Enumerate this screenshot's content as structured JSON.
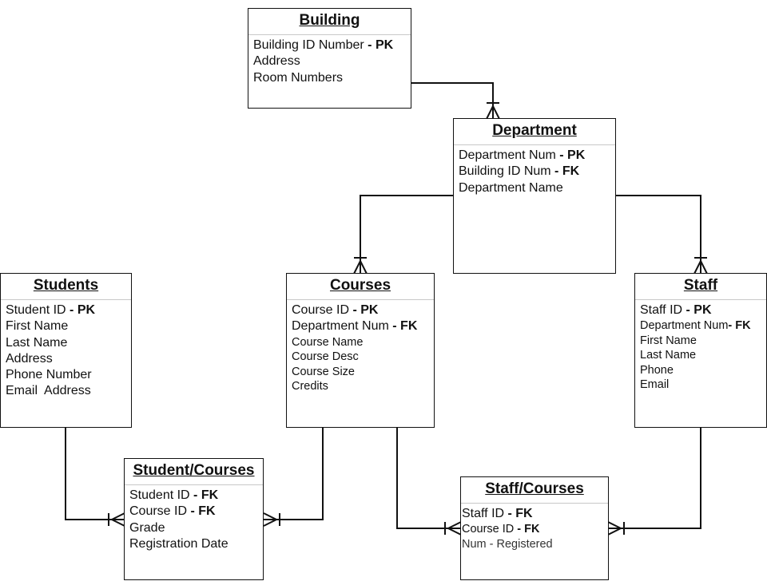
{
  "entities": {
    "building": {
      "title": "Building",
      "attributes": [
        {
          "text": "Building ID Number",
          "key": " - PK"
        },
        {
          "text": "Address"
        },
        {
          "text": "Room Numbers"
        }
      ]
    },
    "department": {
      "title": "Department",
      "attributes": [
        {
          "text": "Department Num",
          "key": " - PK"
        },
        {
          "text": "Building ID Num",
          "key": " - FK"
        },
        {
          "text": "Department Name"
        }
      ]
    },
    "students": {
      "title": "Students",
      "attributes": [
        {
          "text": "Student ID",
          "key": " - PK"
        },
        {
          "text": "First Name"
        },
        {
          "text": "Last Name"
        },
        {
          "text": "Address"
        },
        {
          "text": "Phone Number"
        },
        {
          "text": "Email  Address"
        }
      ]
    },
    "courses": {
      "title": "Courses",
      "attributes": [
        {
          "text": "Course ID",
          "key": " - PK"
        },
        {
          "text": "Department Num",
          "key": " - FK"
        },
        {
          "text": "Course Name"
        },
        {
          "text": "Course Desc"
        },
        {
          "text": "Course Size"
        },
        {
          "text": "Credits"
        }
      ]
    },
    "staff": {
      "title": "Staff",
      "attributes": [
        {
          "text": "Staff ID",
          "key": " - PK"
        },
        {
          "text": "Department Num",
          "key": "- FK"
        },
        {
          "text": "First Name"
        },
        {
          "text": "Last Name"
        },
        {
          "text": "Phone"
        },
        {
          "text": "Email"
        }
      ]
    },
    "student_courses": {
      "title": "Student/Courses",
      "attributes": [
        {
          "text": "Student ID",
          "key": " - FK"
        },
        {
          "text": "Course ID",
          "key": " - FK"
        },
        {
          "text": "Grade"
        },
        {
          "text": "Registration Date"
        }
      ]
    },
    "staff_courses": {
      "title": "Staff/Courses",
      "attributes": [
        {
          "text": "Staff ID",
          "key": " - FK"
        },
        {
          "text": "Course ID",
          "key": " - FK"
        },
        {
          "text": "Num - Registered"
        }
      ]
    }
  },
  "relationships": [
    {
      "from": "Building",
      "to": "Department",
      "cardinality": "one-to-many"
    },
    {
      "from": "Department",
      "to": "Courses",
      "cardinality": "one-to-many"
    },
    {
      "from": "Department",
      "to": "Staff",
      "cardinality": "one-to-many"
    },
    {
      "from": "Students",
      "to": "Student/Courses",
      "cardinality": "one-to-many"
    },
    {
      "from": "Courses",
      "to": "Student/Courses",
      "cardinality": "one-to-many"
    },
    {
      "from": "Courses",
      "to": "Staff/Courses",
      "cardinality": "one-to-many"
    },
    {
      "from": "Staff",
      "to": "Staff/Courses",
      "cardinality": "one-to-many"
    }
  ]
}
